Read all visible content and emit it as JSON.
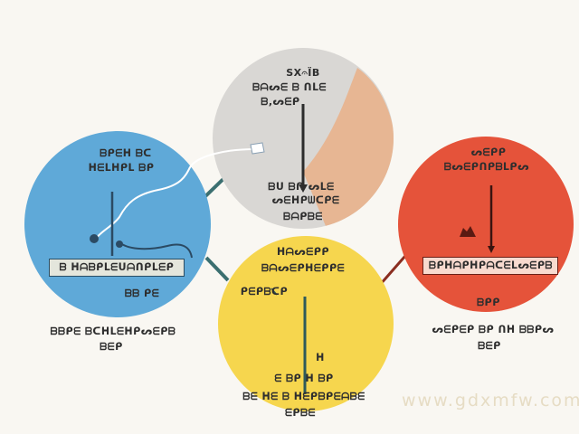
{
  "nodes": {
    "top": {
      "color": "#d9d7d4",
      "accent": "#e8b48f",
      "title_lines": [
        "ЅХ𝄐ЇВ",
        "ᗷᗩᔕᗴ ᗷ ᑎᒪᗴ",
        "ᗷ,ᔕᗴᑭ"
      ],
      "sub_lines": [
        "ᗷᑌ ᗷᑎ ᔕᒪᗴ",
        "ᔕᗴᕼᑭᗯᑕᑭᗴ",
        "ᗷᗩᑭᗷᗴ"
      ]
    },
    "left": {
      "color": "#5fa9d8",
      "title_lines": [
        "ᗷᑭᗴᕼ ᗷᑕ",
        "ᕼᗴᒪᕼᑭᒪ ᗷᑭ"
      ],
      "boxed_label": "ᗷ ᕼᗩᗷᑭᒪᗴᑌᗩᑎᑭᒪᗴᑭ",
      "inner_label": "ᗷᗷ ᑭᗴ",
      "outside_lines": [
        "ᗷᗷᑭᗴ ᗷᑕᕼᒪᗴᕼᑭᔕᗴᑭᗷ",
        "ᗷᗴᑭ"
      ]
    },
    "right": {
      "color": "#e5533a",
      "title_lines": [
        "ᔕᗴᑭᑭ",
        "ᗷᔕᗴᑭᑎᑭᗷᒪᑭᔕ"
      ],
      "boxed_label": "ᗷᑭᕼᗩᑭᕼᑭᗩᑕᗴᒪᔕᗴᑭᗷ",
      "inner_label": "ᗷᑭᑭ",
      "outside_lines": [
        "ᔕᗴᑭᗴᑭ ᗷᑭ ᑎᕼ ᗷᗷᑭᔕ",
        "ᗷᗴᑭ"
      ]
    },
    "bottom": {
      "color": "#f6d64e",
      "title_lines": [
        "ᕼᗩᔕᗴᑭᑭ",
        "ᗷᗩᔕᗴᑭᕼᗴᑭᑭᗴ"
      ],
      "inner_label_left": "ᑭᗴᑭᗷᑕᑭ",
      "inner_label_right": "ᕼ",
      "inner_label_row": "ᗴ ᗷᑭ ᕼ ᗷᑭ",
      "outside_lines": [
        "ᗷᗴ ᕼᗴ ᗷ ᕼᗴᑭᗷᑭᗴᗩᗷᗴ",
        "ᗴᑭᗷᗴ"
      ]
    }
  },
  "watermark": "www.gdxmfw.com"
}
